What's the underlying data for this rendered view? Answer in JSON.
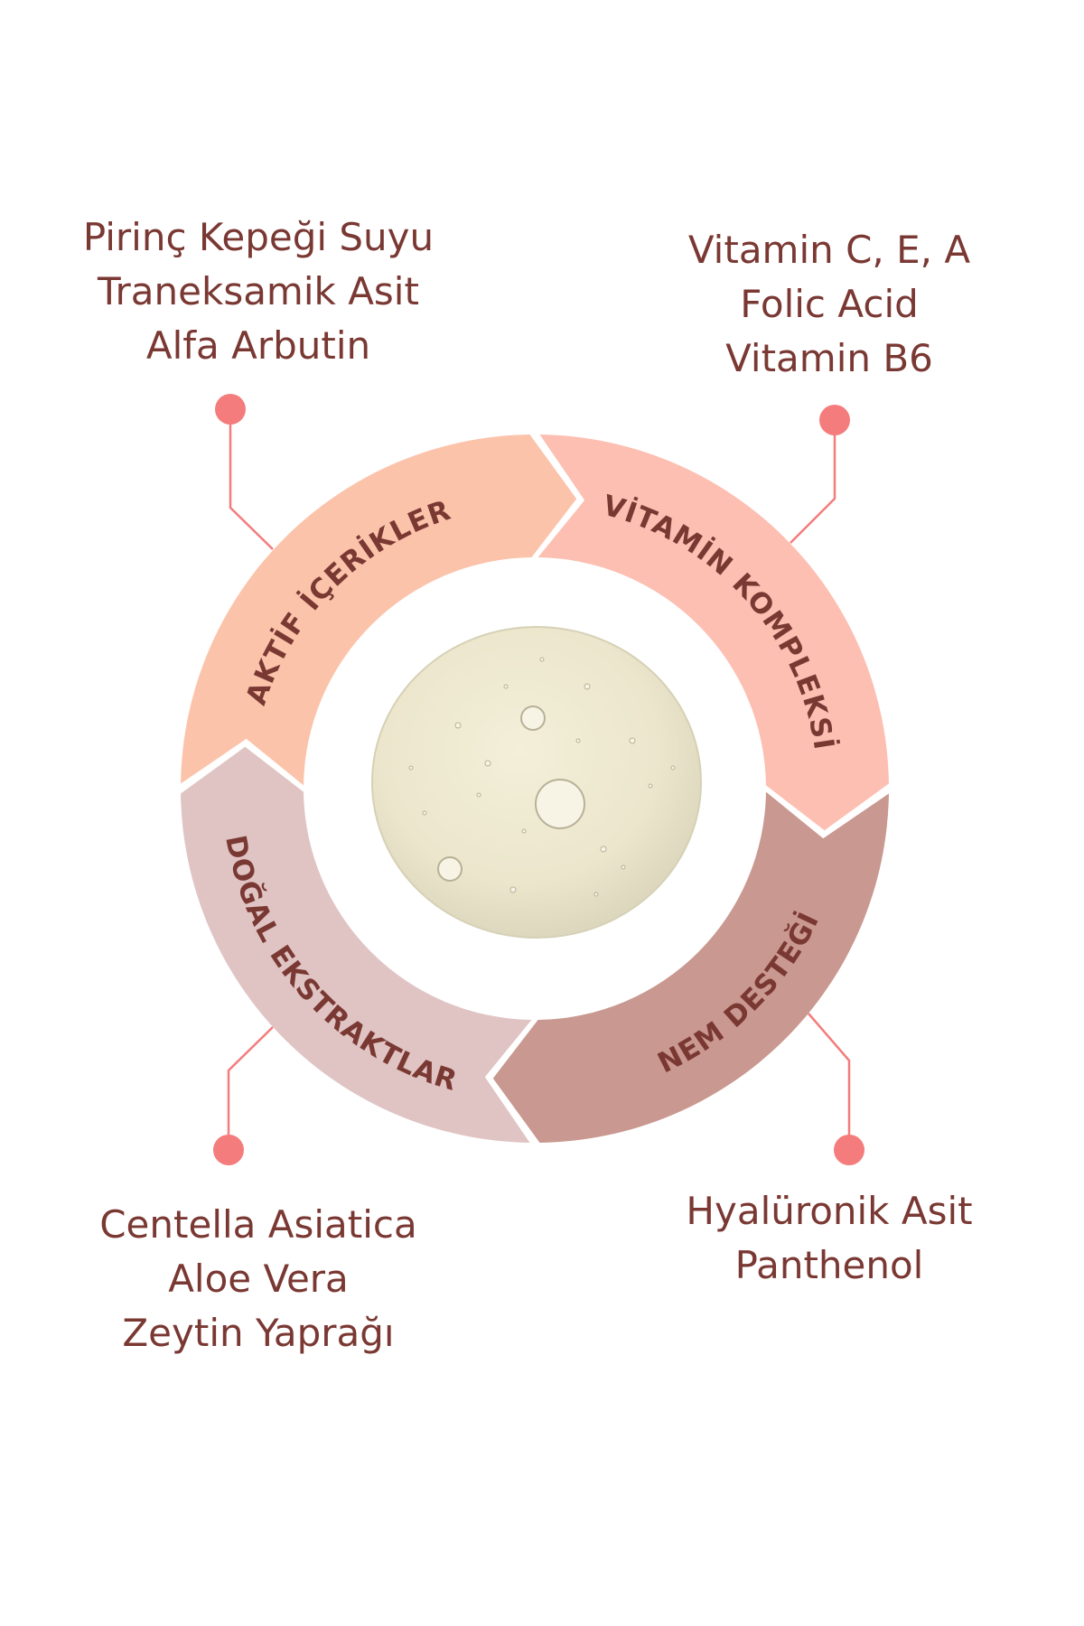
{
  "colors": {
    "text": "#7a3833",
    "dot": "#f47c7c",
    "aktif": "#fcc3ab",
    "vitamin": "#fcbfb2",
    "nem": "#c99890",
    "dogal": "#dfc4c3"
  },
  "segments": {
    "aktif": "AKTİF İÇERİKLER",
    "vitamin": "VİTAMİN KOMPLEKSİ",
    "nem": "NEM DESTEĞİ",
    "dogal": "DOĞAL EKSTRAKTLAR"
  },
  "ingredients": {
    "top_left": [
      "Pirinç Kepeği Suyu",
      "Traneksamik Asit",
      "Alfa Arbutin"
    ],
    "top_right": [
      "Vitamin C, E, A",
      "Folic Acid",
      "Vitamin B6"
    ],
    "bottom_left": [
      "Centella Asiatica",
      "Aloe Vera",
      "Zeytin Yaprağı"
    ],
    "bottom_right": [
      "Hyalüronik Asit",
      "Panthenol"
    ]
  }
}
